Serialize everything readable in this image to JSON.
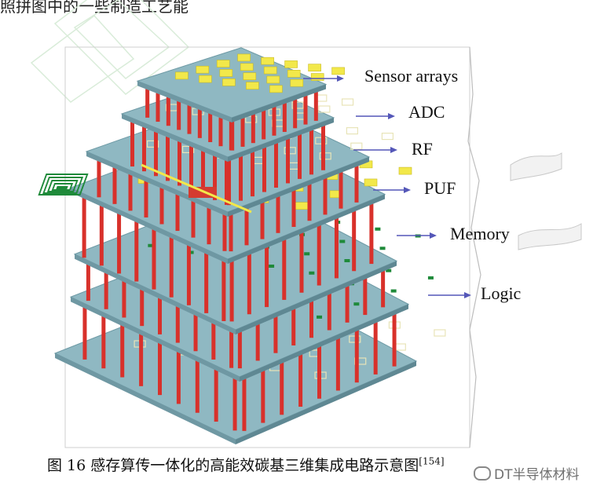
{
  "header_text": "照拼图中的一些制造工艺能",
  "layers": [
    {
      "label": "Sensor arrays"
    },
    {
      "label": "ADC"
    },
    {
      "label": "RF"
    },
    {
      "label": "PUF"
    },
    {
      "label": "Memory"
    },
    {
      "label": "Logic"
    }
  ],
  "caption": {
    "text": "图 16  感存算传一体化的高能效碳基三维集成电路示意图",
    "ref": "[154]"
  },
  "watermark": "DT半导体材料",
  "colors": {
    "plate": "#8fb8c2",
    "plate_edge": "#6e9aa5",
    "pillar": "#d8312b",
    "chip_yellow": "#f2e84a",
    "arrow": "#5457b8",
    "circuit_green": "#1f8a3a"
  }
}
